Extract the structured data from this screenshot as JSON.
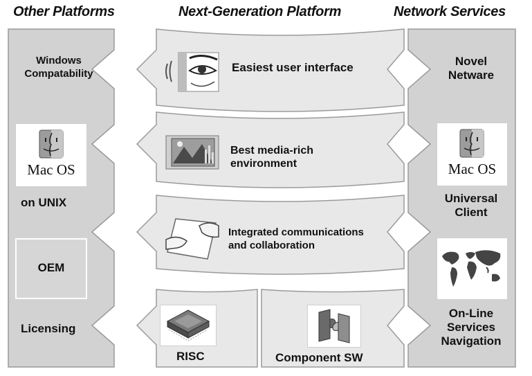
{
  "headers": {
    "left": "Other Platforms",
    "center": "Next-Generation Platform",
    "right": "Network Services"
  },
  "left_column": {
    "windows": "Windows\nCompatability",
    "macos_card": "Mac OS",
    "on_unix": "on UNIX",
    "oem": "OEM",
    "licensing": "Licensing"
  },
  "center_column": {
    "ui": "Easiest user interface",
    "media": "Best media-rich\nenvironment",
    "comms": "Integrated communications\nand collaboration",
    "risc": "RISC",
    "component": "Component SW"
  },
  "right_column": {
    "netware": "Novel\nNetware",
    "macos_card": "Mac OS",
    "universal": "Universal\nClient",
    "online": "On-Line\nServices\nNavigation"
  },
  "colors": {
    "column_fill": "#d2d2d2",
    "panel_fill": "#e8e8e8",
    "stroke": "#9a9a9a"
  }
}
